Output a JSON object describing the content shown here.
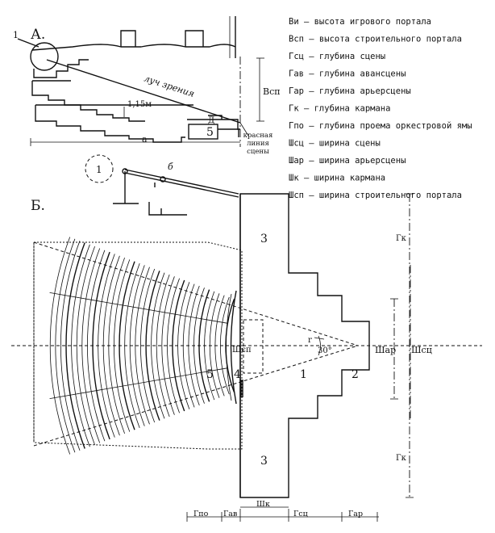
{
  "section_a": {
    "label": "А.",
    "callout_1": "1",
    "ray_label": "луч зрения",
    "height_label": "1,15м",
    "height_sym": "Всп",
    "room_d": "Д",
    "room_5": "5",
    "dim_a": "а",
    "red_line": "красная линия сцены"
  },
  "legend": [
    {
      "sym": "Ви",
      "text": "высота игрового портала"
    },
    {
      "sym": "Всп",
      "text": "высота строительного портала"
    },
    {
      "sym": "Гсц",
      "text": "глубина сцены"
    },
    {
      "sym": "Гав",
      "text": "глубина авансцены"
    },
    {
      "sym": "Гар",
      "text": "глубина арьерсцены"
    },
    {
      "sym": "Гк",
      "text": "глубина кармана"
    },
    {
      "sym": "Гпо",
      "text": "глубина проема оркестровой ямы"
    },
    {
      "sym": "Шсц",
      "text": "ширина сцены"
    },
    {
      "sym": "Шар",
      "text": "ширина арьерсцены"
    },
    {
      "sym": "Шк",
      "text": "ширина кармана"
    },
    {
      "sym": "Шсп",
      "text": "ширина строительного портала"
    }
  ],
  "detail": {
    "circle": "1",
    "callout": "б"
  },
  "section_b": {
    "label": "Б.",
    "zone_3_top": "3",
    "zone_3_bottom": "3",
    "zone_1": "1",
    "zone_2": "2",
    "zone_4": "4",
    "zone_5": "5",
    "portal": "Шсп",
    "r": "r",
    "angle": "30°",
    "w_rear": "Шар",
    "w_stage": "Шсц",
    "gk_top": "Гк",
    "gk_bottom": "Гк",
    "bottom_dims": [
      "Гпо",
      "Гав",
      "Шк",
      "Гсц",
      "Гар"
    ]
  }
}
